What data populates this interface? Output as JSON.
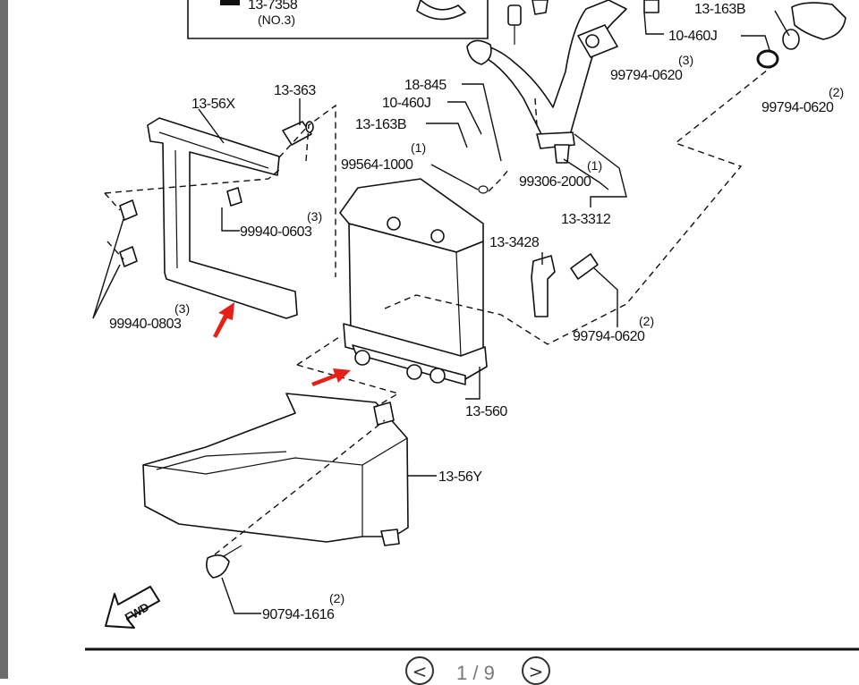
{
  "callouts": {
    "c_73588_line1": "13-7358",
    "c_73588_line2": "(NO.3)",
    "c_1363": "13-363",
    "c_56x": "13-56X",
    "c_18845": "18-845",
    "c_460j_a": "10-460J",
    "c_163b_a": "13-163B",
    "c_99564": "99564-1000",
    "c_99564_qty": "(1)",
    "c_99940_603": "99940-0603",
    "c_99940_603_qty": "(3)",
    "c_99940_803": "99940-0803",
    "c_99940_803_qty": "(3)",
    "c_99306": "99306-2000",
    "c_99306_qty": "(1)",
    "c_3312": "13-3312",
    "c_3428": "13-3428",
    "c_99794_620_a": "99794-0620",
    "c_99794_620_a_qty": "(3)",
    "c_99794_620_b": "99794-0620",
    "c_99794_620_b_qty": "(2)",
    "c_99794_620_c": "99794-0620",
    "c_99794_620_c_qty": "(2)",
    "c_163b_b": "13-163B",
    "c_460j_b": "10-460J",
    "c_560": "13-560",
    "c_56y": "13-56Y",
    "c_90794": "90794-1616",
    "c_90794_qty": "(2)"
  },
  "fwd_label": "FWD",
  "pagination": {
    "prev_symbol": "<",
    "next_symbol": ">",
    "page_indicator": "1 / 9"
  },
  "colors": {
    "arrow": "#e8201a",
    "line": "#111111",
    "sidebar": "#6d6d6d"
  }
}
